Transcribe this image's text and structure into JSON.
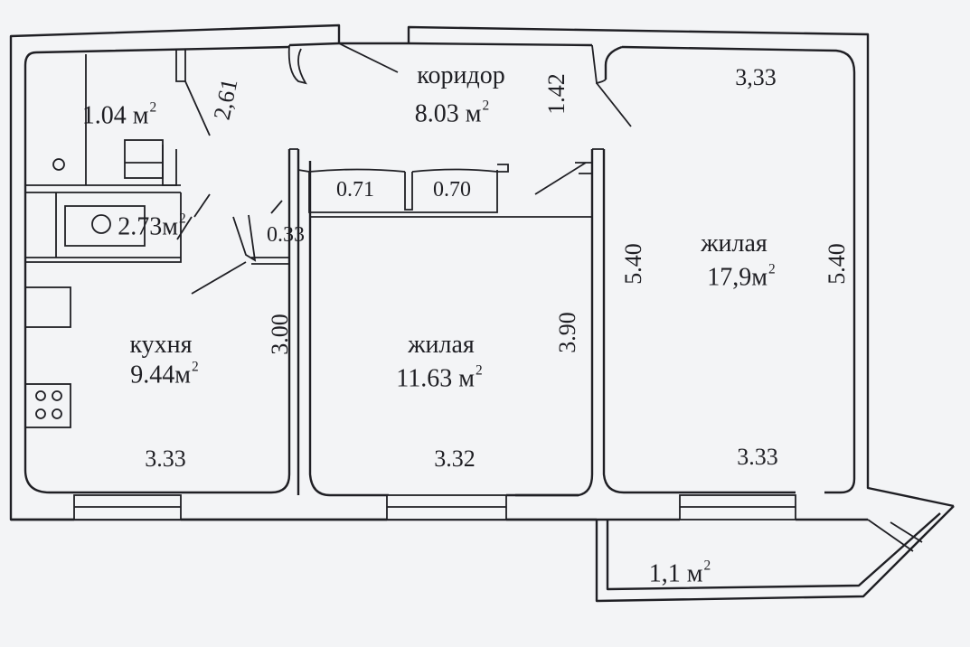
{
  "plan": {
    "rooms": [
      {
        "id": "corridor",
        "name": "коридор",
        "area": "8.03 м",
        "unit_sup": "2"
      },
      {
        "id": "wc",
        "name": "",
        "area": "1.04 м",
        "unit_sup": "2"
      },
      {
        "id": "bath",
        "name": "",
        "area": "2.73м",
        "unit_sup": "2"
      },
      {
        "id": "kitchen",
        "name": "кухня",
        "area": "9.44м",
        "unit_sup": "2"
      },
      {
        "id": "living-middle",
        "name": "жилая",
        "area": "11.63 м",
        "unit_sup": "2"
      },
      {
        "id": "living-right",
        "name": "жилая",
        "area": "17,9м",
        "unit_sup": "2"
      },
      {
        "id": "balcony",
        "name": "",
        "area": "1,1  м",
        "unit_sup": "2"
      }
    ],
    "dimensions": {
      "wc_diag": "2,61",
      "corridor_width": "1.42",
      "closet_left": "0.71",
      "closet_right": "0.70",
      "niche": "0.33",
      "kitchen_height": "3.00",
      "kitchen_width": "3.33",
      "middle_height": "3.90",
      "middle_width": "3.32",
      "right_top": "3,33",
      "right_height_left": "5.40",
      "right_height_right": "5.40",
      "right_bottom": "3.33"
    }
  }
}
